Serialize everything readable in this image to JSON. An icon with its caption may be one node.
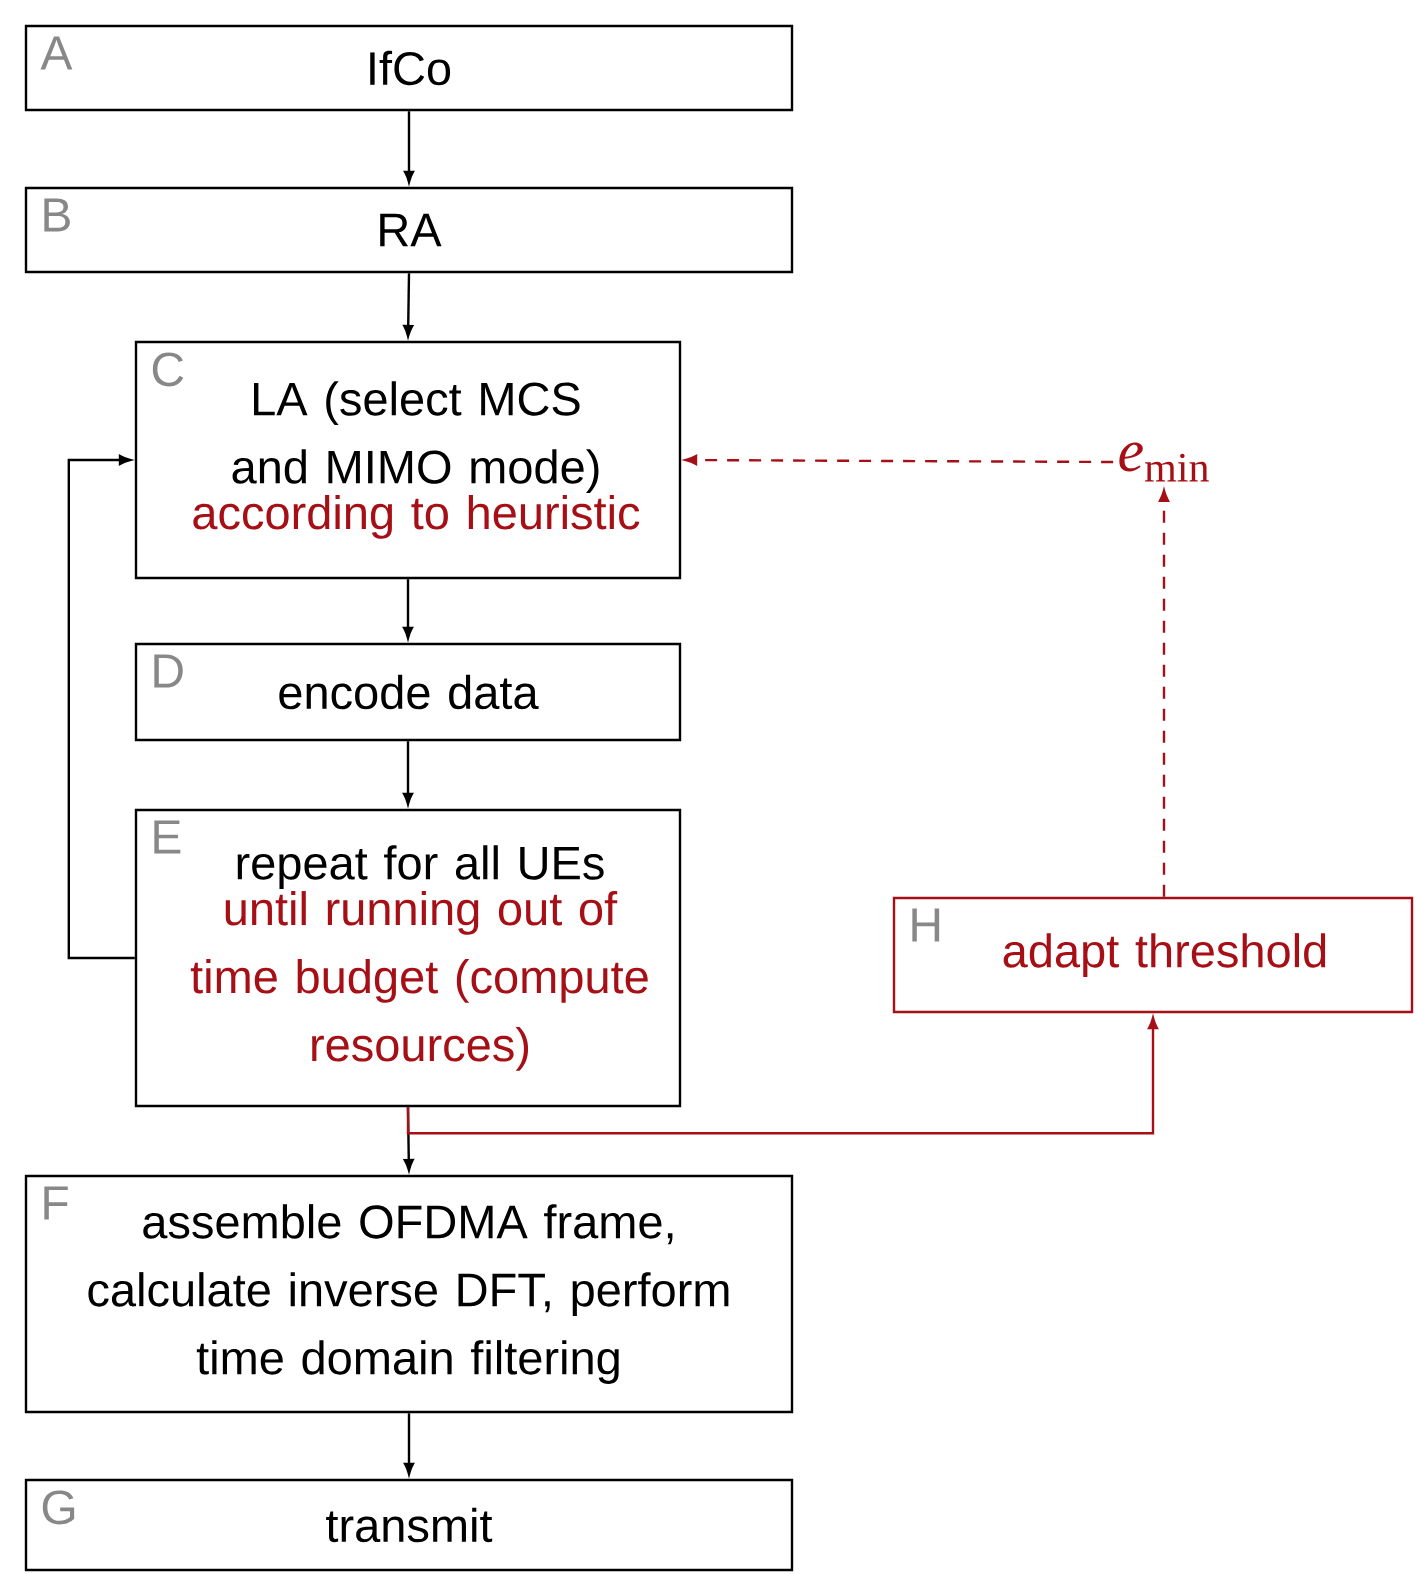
{
  "diagram": {
    "nodes": [
      {
        "text": [
          "A",
          "IfCo"
        ]
      },
      {
        "text": [
          "B",
          "RA"
        ]
      },
      {
        "text": [
          "C",
          "LA (select MCS and MIMO mode)",
          "according to heuristic"
        ]
      },
      {
        "text": [
          "D",
          "encode data"
        ]
      },
      {
        "text": [
          "E",
          "repeat for all UEs",
          "until running out of time budget (compute resources)"
        ]
      },
      {
        "text": [
          "F",
          "assemble OFDMA frame, calculate inverse DFT, perform time domain filtering"
        ]
      },
      {
        "text": [
          "G",
          "transmit"
        ]
      },
      {
        "text": [
          "H",
          "adapt threshold"
        ]
      },
      {
        "text": [
          "*e*$_{min}$"
        ]
      }
    ],
    "edges": [
      {
        "from": 0,
        "to": 1,
        "arrow": "to"
      },
      {
        "from": 1,
        "to": 2,
        "arrow": "to"
      },
      {
        "from": 2,
        "to": 3,
        "arrow": "to"
      },
      {
        "from": 3,
        "to": 4,
        "arrow": "to"
      },
      {
        "from": 4,
        "to": 2,
        "arrow": "to"
      },
      {
        "from": 4,
        "to": 5,
        "arrow": "to"
      },
      {
        "from": 5,
        "to": 6,
        "arrow": "to"
      },
      {
        "from": 4,
        "to": 7,
        "arrow": "to",
        "color": "#a50f15"
      },
      {
        "from": 7,
        "to": 8,
        "arrow": "to",
        "style": "dashed",
        "color": "#a50f15"
      },
      {
        "from": 8,
        "to": 2,
        "arrow": "to",
        "style": "dashed",
        "color": "#a50f15"
      }
    ]
  }
}
